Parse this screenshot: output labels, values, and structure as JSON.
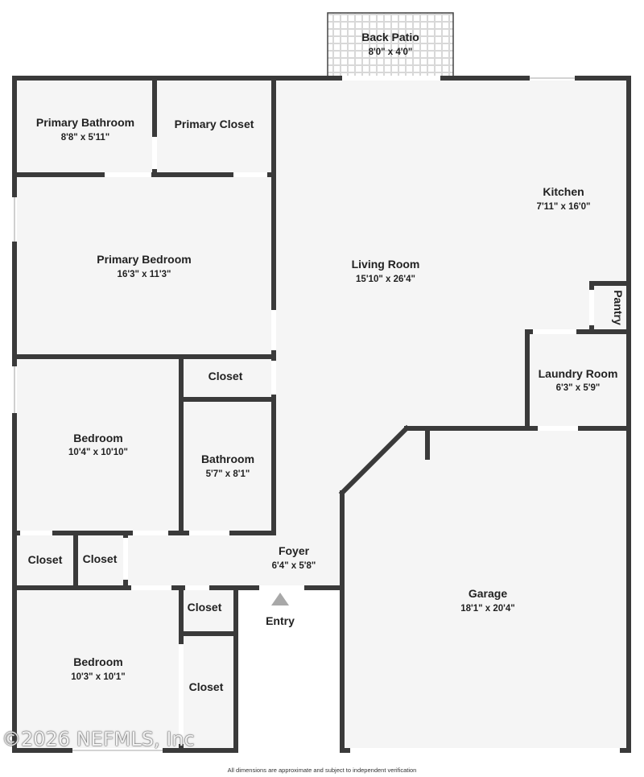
{
  "rooms": {
    "back_patio": {
      "name": "Back Patio",
      "dims": "8'0\" x 4'0\""
    },
    "primary_bathroom": {
      "name": "Primary Bathroom",
      "dims": "8'8\" x 5'11\""
    },
    "primary_closet": {
      "name": "Primary Closet"
    },
    "kitchen": {
      "name": "Kitchen",
      "dims": "7'11\" x 16'0\""
    },
    "primary_bedroom": {
      "name": "Primary Bedroom",
      "dims": "16'3\" x 11'3\""
    },
    "living_room": {
      "name": "Living Room",
      "dims": "15'10\" x 26'4\""
    },
    "pantry": {
      "name": "Pantry"
    },
    "closet_hall": {
      "name": "Closet"
    },
    "laundry_room": {
      "name": "Laundry Room",
      "dims": "6'3\" x 5'9\""
    },
    "bedroom_upper": {
      "name": "Bedroom",
      "dims": "10'4\" x 10'10\""
    },
    "bathroom": {
      "name": "Bathroom",
      "dims": "5'7\" x 8'1\""
    },
    "closet_a": {
      "name": "Closet"
    },
    "closet_b": {
      "name": "Closet"
    },
    "foyer": {
      "name": "Foyer",
      "dims": "6'4\" x 5'8\""
    },
    "garage": {
      "name": "Garage",
      "dims": "18'1\" x 20'4\""
    },
    "closet_c": {
      "name": "Closet"
    },
    "entry": {
      "name": "Entry"
    },
    "bedroom_lower": {
      "name": "Bedroom",
      "dims": "10'3\" x 10'1\""
    },
    "closet_d": {
      "name": "Closet"
    }
  },
  "watermark": "©2026 NEFMLS, Inc",
  "disclaimer": "All dimensions are approximate and subject to independent verification",
  "colors": {
    "wall": "#3a3a3a",
    "floor": "#f5f5f5",
    "opening": "#ffffff",
    "entry_marker": "#a8a8a8"
  }
}
